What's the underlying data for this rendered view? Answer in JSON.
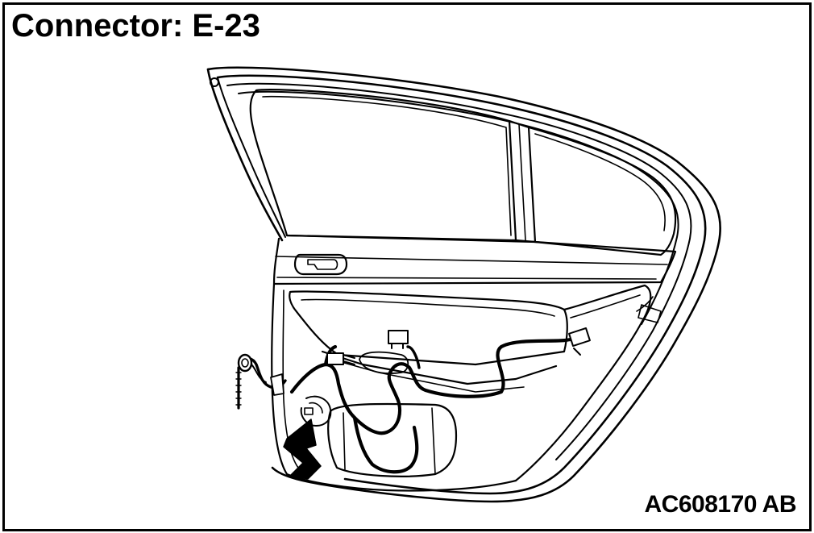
{
  "title": "Connector: E-23",
  "figure_code": "AC608170 AB",
  "colors": {
    "line": "#000000",
    "background": "#ffffff"
  },
  "illustration": {
    "subject": "rear-door-inner-panel",
    "callout": "arrow-pointing-to-connector"
  }
}
